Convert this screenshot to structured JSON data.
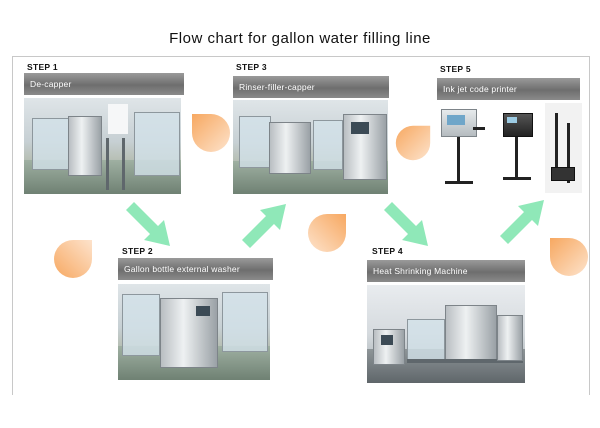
{
  "title": "Flow chart for gallon water filling line",
  "steps": [
    {
      "step": "STEP 1",
      "name": "De-capper"
    },
    {
      "step": "STEP 2",
      "name": "Gallon bottle external washer"
    },
    {
      "step": "STEP 3",
      "name": "Rinser-filler-capper"
    },
    {
      "step": "STEP 4",
      "name": "Heat Shrinking Machine"
    },
    {
      "step": "STEP 5",
      "name": "Ink jet code printer"
    }
  ],
  "colors": {
    "arrow": "#8fe8b8",
    "drop": "#f5b27a",
    "bar": "#777777"
  }
}
